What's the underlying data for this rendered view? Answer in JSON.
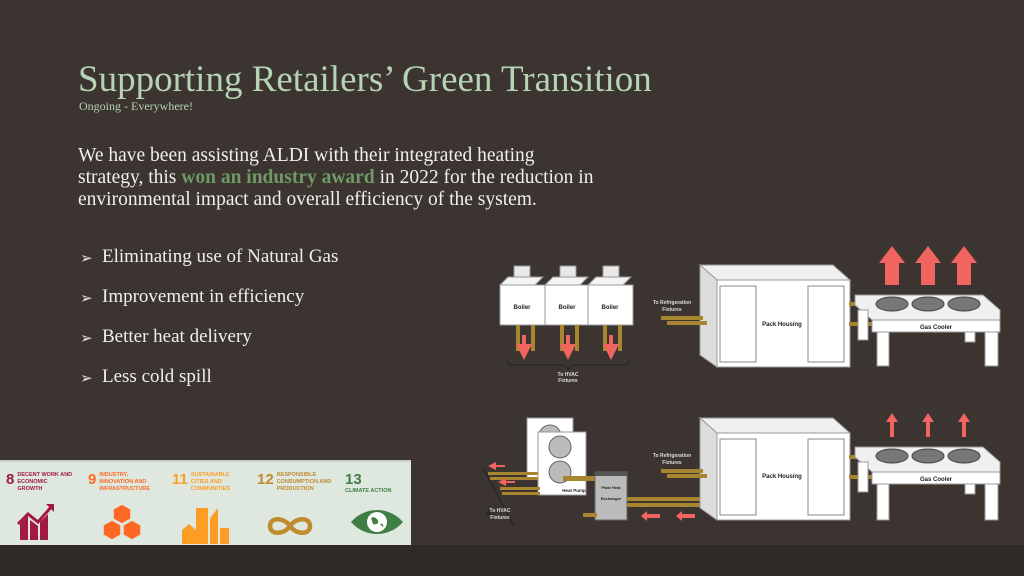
{
  "title": "Supporting Retailers’ Green Transition",
  "subtitle": "Ongoing - Everywhere!",
  "intro": {
    "before": "We have been assisting ALDI with their integrated heating strategy, this ",
    "highlight": "won an industry award",
    "after": " in 2022 for the reduction in environmental impact and overall efficiency of the system."
  },
  "bullets": [
    "Eliminating use of Natural Gas",
    "Improvement in efficiency",
    "Better heat delivery",
    "Less cold spill"
  ],
  "sdg_goals": [
    {
      "number": "8",
      "label": "Decent work and economic growth",
      "color": "#a21942"
    },
    {
      "number": "9",
      "label": "Industry, innovation and infrastructure",
      "color": "#fd6925"
    },
    {
      "number": "11",
      "label": "Sustainable cities and communities",
      "color": "#fd9d24"
    },
    {
      "number": "12",
      "label": "Responsible consumption and production",
      "color": "#bf8b2e"
    },
    {
      "number": "13",
      "label": "Climate action",
      "color": "#3f7e44"
    }
  ],
  "diagram_top": {
    "boiler_label": "Boiler",
    "pack_label": "Pack Housing",
    "cooler_label": "Gas Cooler",
    "refrig_label_1": "To Refrigeration",
    "refrig_label_2": "Fixtures",
    "hvac_label_1": "To HVAC",
    "hvac_label_2": "Fixtures"
  },
  "diagram_bottom": {
    "heat_pump_label": "Heat Pump",
    "exchanger_label_1": "Plate Heat",
    "exchanger_label_2": "Exchanger",
    "pack_label": "Pack Housing",
    "cooler_label": "Gas Cooler",
    "refrig_label_1": "To Refrigeration",
    "refrig_label_2": "Fixtures",
    "hvac_label_1": "To HVAC",
    "hvac_label_2": "Fixtures"
  },
  "colors": {
    "background": "#3b3430",
    "title": "#b7d3b5",
    "highlight": "#6f9a64",
    "arrow": "#f2645f",
    "pipe": "#a8852f"
  }
}
